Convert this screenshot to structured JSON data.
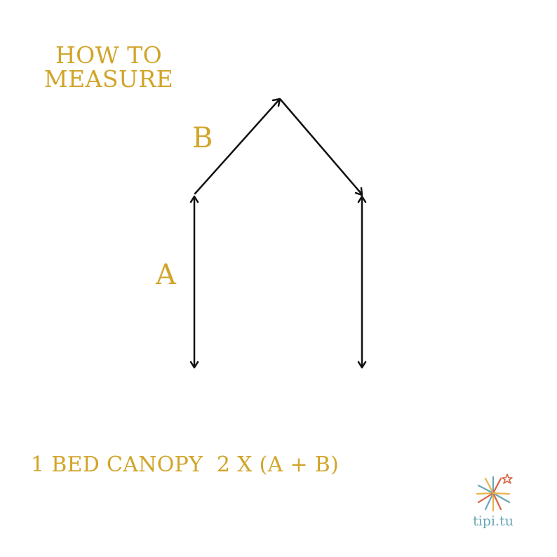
{
  "title": {
    "line1": "HOW TO",
    "line2": "MEASURE"
  },
  "labels": {
    "a": "A",
    "b": "B"
  },
  "formula": "1 BED CANOPY  2 X (A + B)",
  "logo": {
    "text": "tipi.tu"
  },
  "colors": {
    "accent": "#d1a52a",
    "arrows": "#111111",
    "logo_text": "#6aa7b7"
  }
}
